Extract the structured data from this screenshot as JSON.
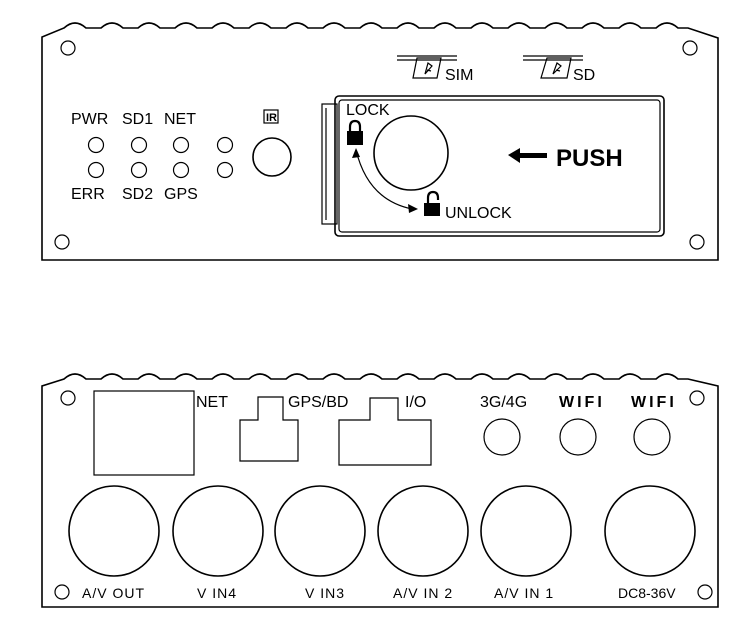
{
  "front_panel": {
    "led_labels": {
      "pwr": "PWR",
      "sd1": "SD1",
      "net": "NET",
      "err": "ERR",
      "sd2": "SD2",
      "gps": "GPS"
    },
    "ir_label": "IR",
    "slot_labels": {
      "sim": "SIM",
      "sd": "SD"
    },
    "cover": {
      "lock": "LOCK",
      "unlock": "UNLOCK",
      "push": "PUSH"
    }
  },
  "back_panel": {
    "port_labels": {
      "net": "NET",
      "gps_bd": "GPS/BD",
      "io": "I/O",
      "antenna_3g4g": "3G/4G",
      "wifi_1": "WIFI",
      "wifi_2": "WIFI"
    },
    "connector_labels": {
      "av_out": "A/V OUT",
      "vin4": "V IN4",
      "vin3": "V IN3",
      "av_in2": "A/V IN 2",
      "av_in1": "A/V IN 1",
      "dc": "DC8-36V"
    }
  }
}
